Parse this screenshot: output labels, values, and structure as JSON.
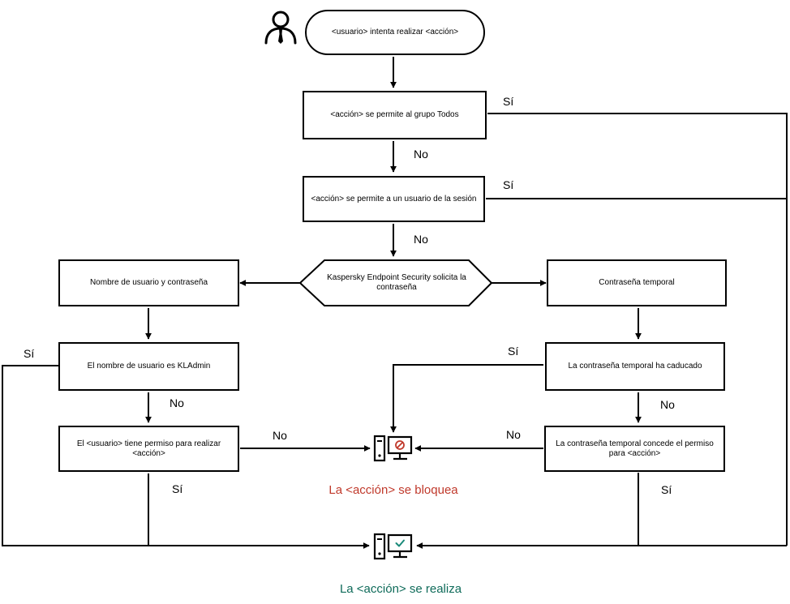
{
  "start": {
    "text": "<usuario> intenta realizar <acción>"
  },
  "nodes": {
    "group_all": "<acción> se permite al grupo Todos",
    "session_user": "<acción> se permite a un usuario de la sesión",
    "kes_asks": "Kaspersky Endpoint Security solicita la contraseña",
    "user_password": "Nombre de usuario y contraseña",
    "temp_password": "Contraseña temporal",
    "is_kladmin": "El nombre de usuario es KLAdmin",
    "user_has_permission": "El <usuario> tiene permiso para realizar <acción>",
    "temp_expired": "La contraseña temporal ha caducado",
    "temp_grants": "La contraseña temporal concede el permiso para <acción>"
  },
  "labels": {
    "si_1": "Sí",
    "no_1": "No",
    "si_2": "Sí",
    "no_2": "No",
    "si_kladmin": "Sí",
    "no_kladmin": "No",
    "no_perm": "No",
    "si_perm": "Sí",
    "si_expired": "Sí",
    "no_expired": "No",
    "no_grants": "No",
    "si_grants": "Sí"
  },
  "results": {
    "blocked": "La <acción> se bloquea",
    "allowed": "La <acción> se realiza"
  },
  "colors": {
    "blocked": "#c0392b",
    "allowed": "#0f6b5a",
    "line": "#000000"
  },
  "icons": {
    "user": "user-icon",
    "blocked": "computer-blocked-icon",
    "allowed": "computer-allowed-icon"
  }
}
